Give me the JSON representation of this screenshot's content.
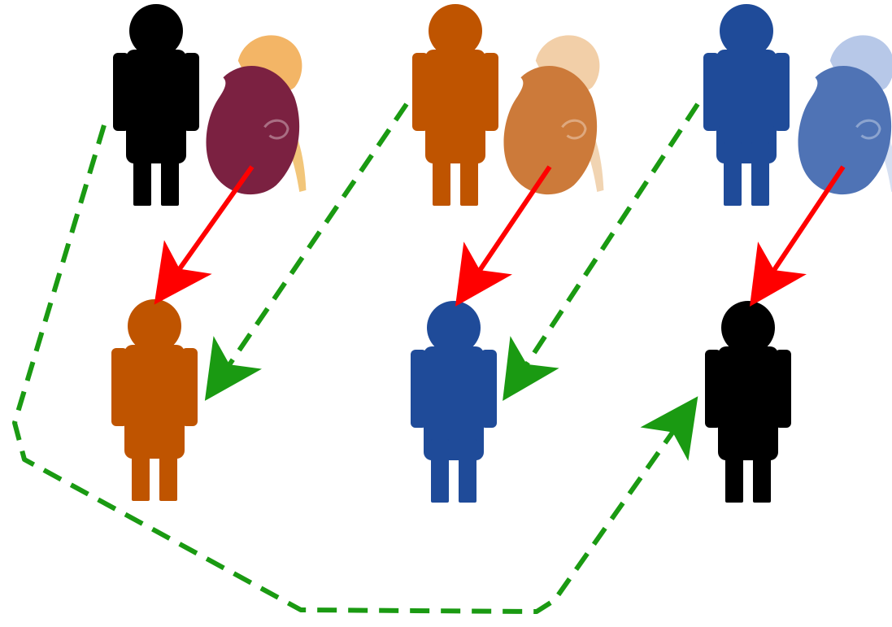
{
  "colors": {
    "black": "#000000",
    "orange": "#bf5400",
    "blue": "#1f4b99",
    "red_arrow": "#ff0000",
    "green_arrow": "#1a9a12",
    "kidney_maroon": "#7b2141",
    "kidney_orange": "#cc7a3a",
    "kidney_blue": "#4f73b5",
    "gland_maroon": "#f3b566",
    "gland_orange": "#f2cfa8",
    "gland_blue": "#b7c8e8"
  },
  "donors": [
    {
      "id": "donor-1",
      "color": "black",
      "organ": "kidney-maroon"
    },
    {
      "id": "donor-2",
      "color": "orange",
      "organ": "kidney-orange"
    },
    {
      "id": "donor-3",
      "color": "blue",
      "organ": "kidney-blue"
    }
  ],
  "recipients": [
    {
      "id": "recipient-1",
      "color": "orange"
    },
    {
      "id": "recipient-2",
      "color": "blue"
    },
    {
      "id": "recipient-3",
      "color": "black"
    }
  ],
  "links": {
    "kidney_transfer": [
      {
        "from": "donor-1-kidney",
        "to": "recipient-1"
      },
      {
        "from": "donor-2-kidney",
        "to": "recipient-2"
      },
      {
        "from": "donor-3-kidney",
        "to": "recipient-3"
      }
    ],
    "pairing": [
      {
        "from": "donor-2",
        "to": "recipient-1"
      },
      {
        "from": "donor-3",
        "to": "recipient-2"
      },
      {
        "from": "donor-1",
        "to": "recipient-3"
      }
    ]
  },
  "icons": {
    "person": "person-icon",
    "kidney": "kidney-icon"
  }
}
